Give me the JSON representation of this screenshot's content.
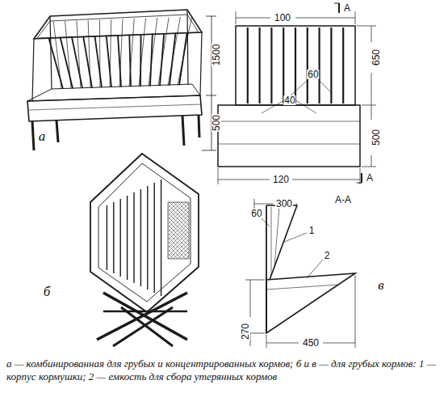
{
  "diagram": {
    "caption": "а — комбинированная для грубых и концентрированных кормов; б и в — для грубых кормов: 1 — корпус кормушки; 2 — емкость для сбора утерянных кормов",
    "labels": [
      "1500",
      "500",
      "а",
      "100",
      "А",
      "650",
      "60",
      "40",
      "500",
      "120",
      "А",
      "300",
      "А-А",
      "60",
      "1",
      "2",
      "270",
      "450",
      "б",
      "в"
    ]
  }
}
